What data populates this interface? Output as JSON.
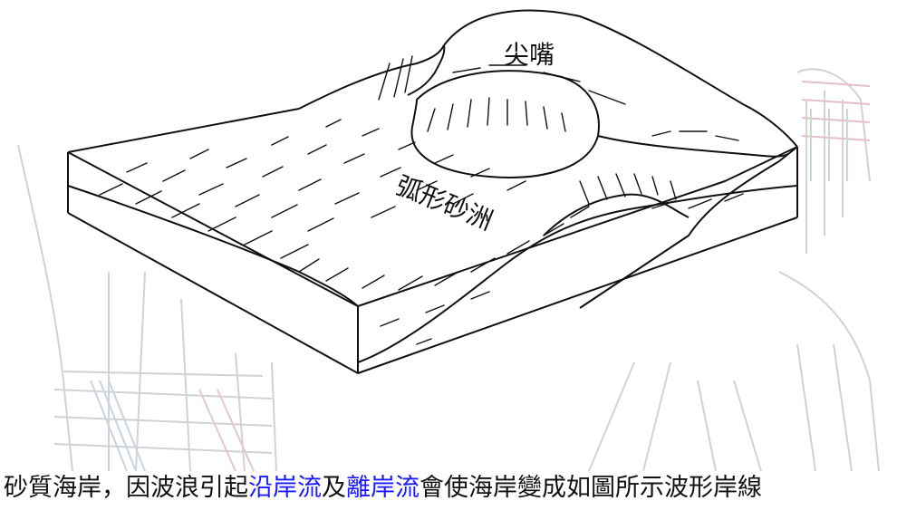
{
  "diagram": {
    "labels": {
      "cuspate_point": "尖嘴",
      "crescent_bar": "弧形砂洲"
    }
  },
  "caption": {
    "part1": "砂質海岸，因波浪引起",
    "term1": "沿岸流",
    "part2": "及",
    "term2": "離岸流",
    "part3": "會使海岸變成如圖所示波形岸線"
  },
  "colors": {
    "term_highlight": "#1a1aff",
    "line": "#111111",
    "bg_sketch": "#d9d9d9"
  }
}
